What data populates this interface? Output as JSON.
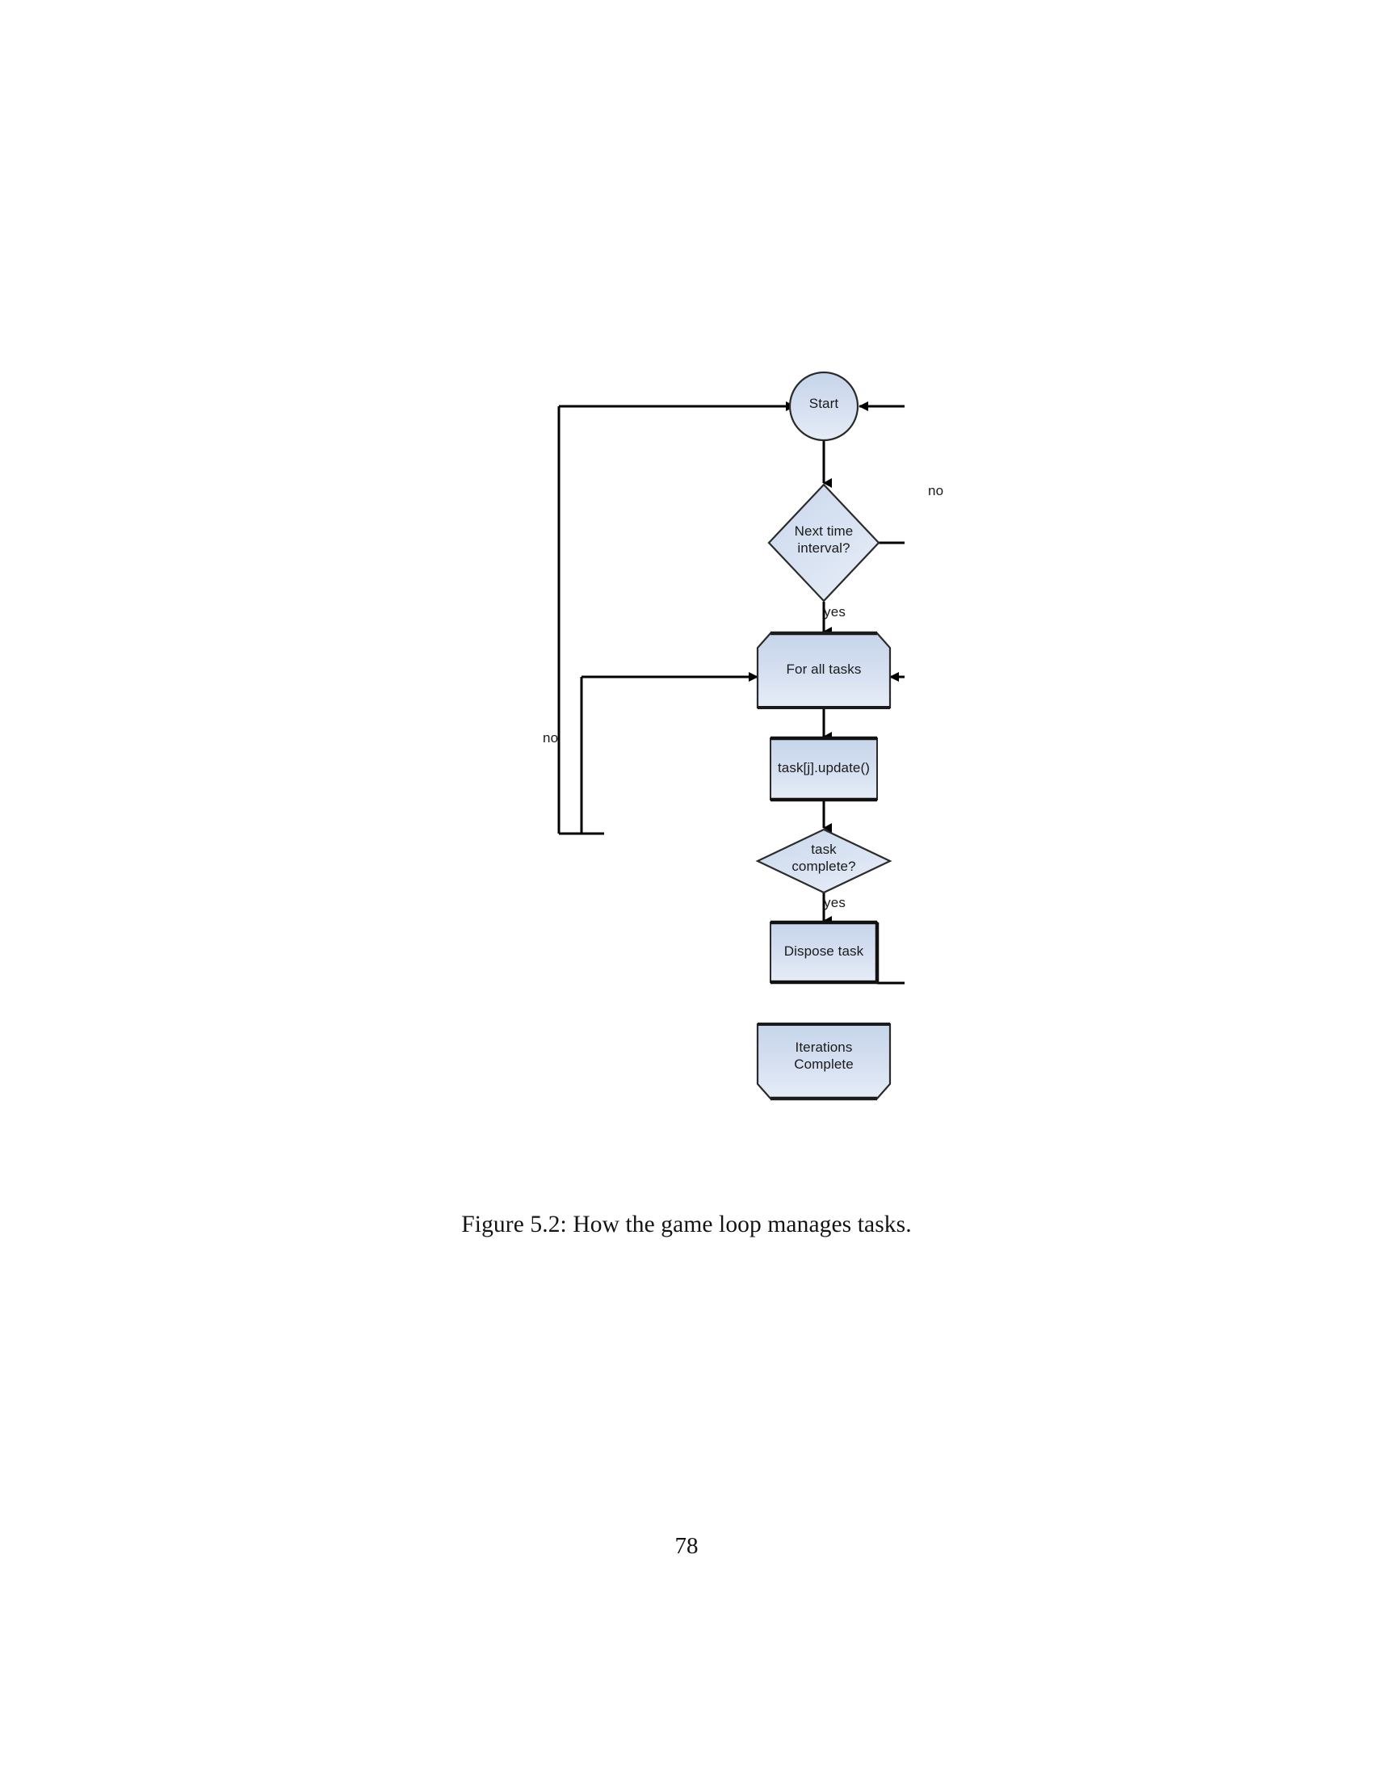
{
  "document": {
    "page_number": "78",
    "caption": "Figure 5.2: How the game loop manages tasks."
  },
  "figure": {
    "title": "How the game loop manages tasks",
    "nodes": [
      {
        "id": "start",
        "shape": "circle",
        "label": "Start"
      },
      {
        "id": "next-time",
        "shape": "diamond",
        "label": "Next time\ninterval?"
      },
      {
        "id": "for-all",
        "shape": "hex-top",
        "label": "For all tasks"
      },
      {
        "id": "task-update",
        "shape": "rect",
        "label": "task[j].update()"
      },
      {
        "id": "task-complete",
        "shape": "diamond",
        "label": "task\ncomplete?"
      },
      {
        "id": "dispose",
        "shape": "rect",
        "label": "Dispose task"
      },
      {
        "id": "iterations",
        "shape": "hex-bottom",
        "label": "Iterations\nComplete"
      }
    ],
    "edge_labels": [
      {
        "id": "next-time-no",
        "label": "no",
        "from": "next-time",
        "to": "start"
      },
      {
        "id": "next-time-yes",
        "label": "yes",
        "from": "next-time",
        "to": "for-all"
      },
      {
        "id": "task-complete-no",
        "label": "no",
        "from": "task-complete",
        "to": "for-all"
      },
      {
        "id": "task-complete-yes",
        "label": "yes",
        "from": "task-complete",
        "to": "dispose"
      }
    ],
    "colors": {
      "node_fill_top": "#ccd9ec",
      "node_fill_bottom": "#e3ebf7",
      "node_stroke": "#2b2b2b",
      "connector": "#000000",
      "text": "#1a1a1a",
      "page_background": "#ffffff"
    }
  }
}
